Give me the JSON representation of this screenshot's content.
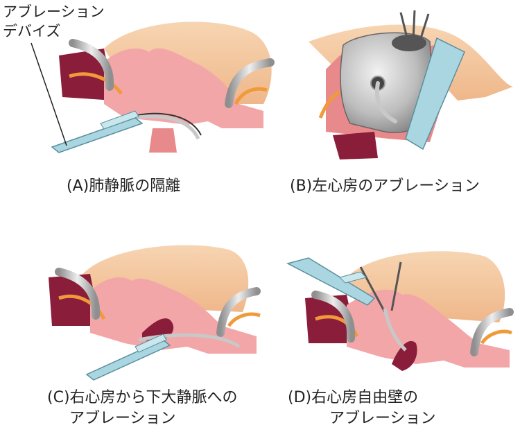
{
  "callout": {
    "line1": "アブレーション",
    "line2": "デバイズ"
  },
  "panels": [
    {
      "id": "A",
      "caption": [
        "(A)肺静脈の隔離"
      ]
    },
    {
      "id": "B",
      "caption": [
        "(B)左心房のアブレーション"
      ]
    },
    {
      "id": "C",
      "caption": [
        "(C)右心房から下大静脈への",
        "アブレーション"
      ]
    },
    {
      "id": "D",
      "caption": [
        "(D)右心房自由壁の",
        "アブレーション"
      ]
    }
  ],
  "colors": {
    "fat": "#f5c8a0",
    "tissue_pink": "#f2a6a8",
    "dark_red": "#8a1d3a",
    "steel": "#b8b8b8",
    "device_blue": "#a9d6e1",
    "orange_vessel": "#f09a3a"
  }
}
